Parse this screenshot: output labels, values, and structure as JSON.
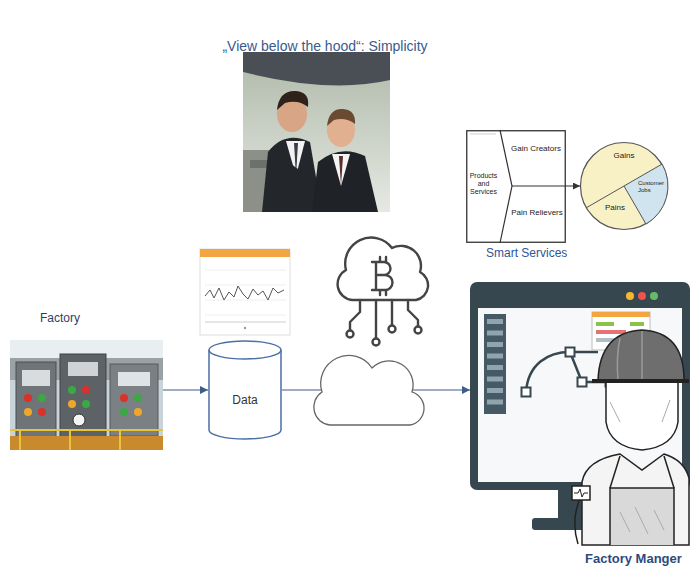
{
  "diagram": {
    "title": "„View below the hood“: Simplicity",
    "nodes": [
      {
        "text": [
          "Gain Creators",
          "Products and Services",
          "Pain Relievers"
        ]
      },
      {
        "text": [
          "Gains",
          "Customer Jobs",
          "Pains"
        ]
      },
      {
        "text": [
          "Factory"
        ]
      },
      {
        "text": [
          "Data"
        ]
      },
      {
        "text": [
          "Factory Manger"
        ]
      }
    ],
    "edges": [
      {
        "from": 0,
        "to": 1,
        "arrow": "to"
      },
      {
        "from": 2,
        "to": 3,
        "arrow": "to"
      },
      {
        "from": 3,
        "to": 4,
        "arrow": "to"
      }
    ],
    "labels": [
      "Smart Services"
    ]
  }
}
